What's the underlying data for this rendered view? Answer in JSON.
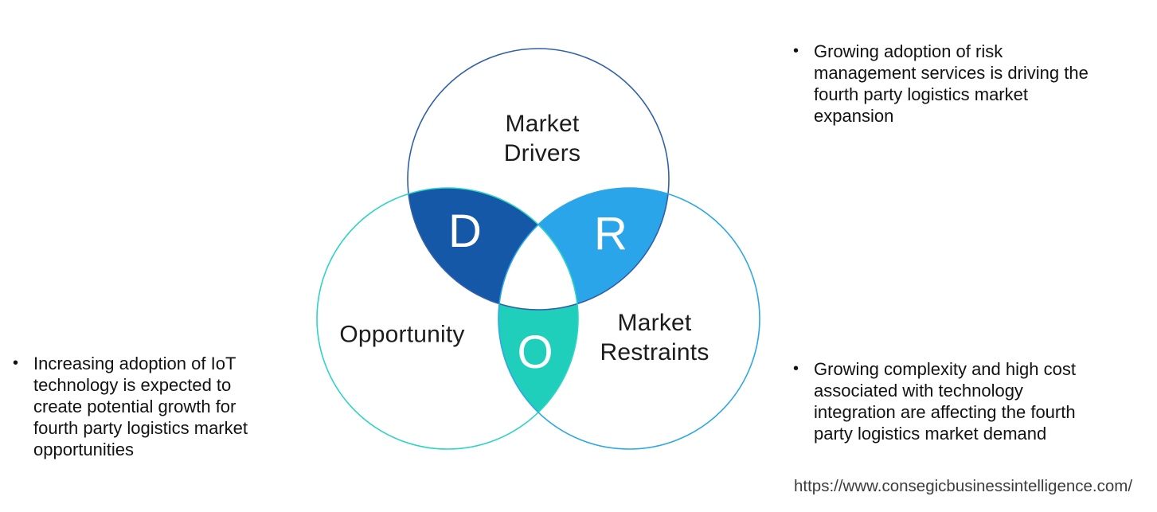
{
  "colors": {
    "drivers_fill": "#1458a7",
    "restraints_fill": "#2aa5e9",
    "opportunity_fill": "#1fcebb",
    "drivers_outline": "#3060a8",
    "opportunity_outline": "#2ed3c3",
    "restraints_outline": "#2ea7e2",
    "triple_center_fill": "#ffffff"
  },
  "venn": {
    "drivers": {
      "label_lines": [
        "Market",
        "Drivers"
      ],
      "letter": "D"
    },
    "opportunity": {
      "label_lines": [
        "Opportunity"
      ],
      "letter": "O"
    },
    "restraints": {
      "label_lines": [
        "Market",
        "Restraints"
      ],
      "letter": "R"
    }
  },
  "bullets": {
    "bullet_char": "•",
    "driver_note": {
      "lines": [
        "Growing adoption of risk",
        "management services is driving the",
        "fourth party logistics market",
        "expansion"
      ]
    },
    "opportunity_note": {
      "lines": [
        "Increasing adoption of IoT",
        "technology is expected to",
        "create potential growth for",
        "fourth party logistics market",
        "opportunities"
      ]
    },
    "restraint_note": {
      "lines": [
        "Growing complexity and high cost",
        "associated with technology",
        "integration are affecting the fourth",
        "party logistics market demand"
      ]
    }
  },
  "footer": {
    "source_url": "https://www.consegicbusinessintelligence.com/"
  }
}
